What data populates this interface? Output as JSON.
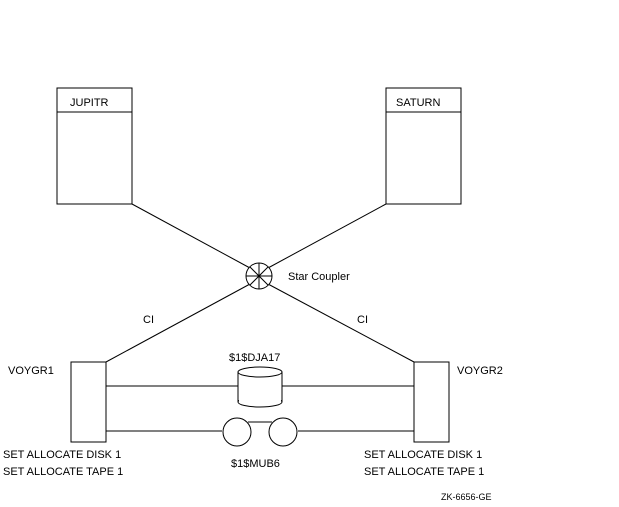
{
  "nodes": {
    "jupitr": "JUPITR",
    "saturn": "SATURN",
    "voygr1": "VOYGR1",
    "voygr2": "VOYGR2"
  },
  "star_coupler": "Star Coupler",
  "ci_left": "CI",
  "ci_right": "CI",
  "disk": "$1$DJA17",
  "tape": "$1$MUB6",
  "voygr1_cmds": [
    "SET ALLOCATE DISK 1",
    "SET ALLOCATE TAPE 1"
  ],
  "voygr2_cmds": [
    "SET ALLOCATE DISK 1",
    "SET ALLOCATE TAPE 1"
  ],
  "figure_id": "ZK-6656-GE"
}
